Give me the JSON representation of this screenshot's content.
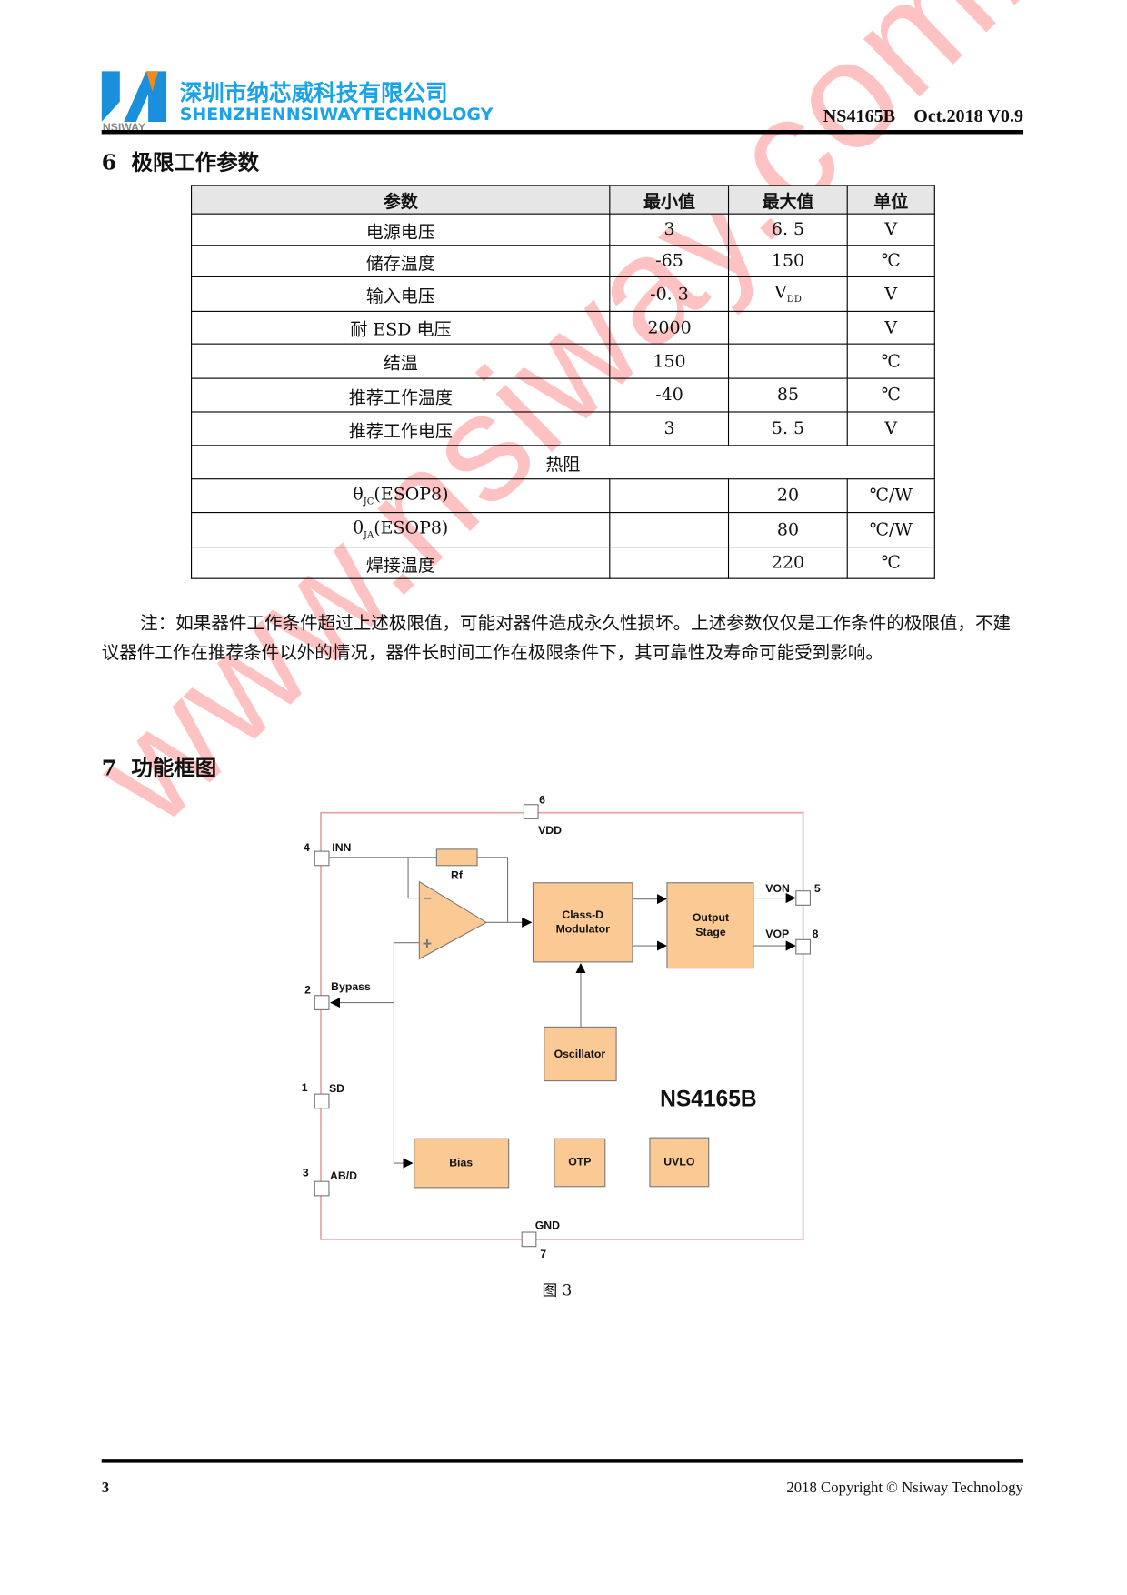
{
  "header": {
    "company_cn": "深圳市纳芯威科技有限公司",
    "company_en": "SHENZHENNSIWAYTECHNOLOGY",
    "logo_text": "NSIWAY",
    "doc_info": "NS4165B    Oct.2018 V0.9"
  },
  "section6": {
    "title": "6  极限工作参数",
    "table": {
      "headers": [
        "参数",
        "最小值",
        "最大值",
        "单位"
      ],
      "rows": [
        [
          "电源电压",
          "3",
          "6. 5",
          "V"
        ],
        [
          "储存温度",
          "-65",
          "150",
          "℃"
        ],
        [
          "输入电压",
          "-0. 3",
          "V",
          "V"
        ],
        [
          "耐 ESD 电压",
          "2000",
          "",
          "V"
        ],
        [
          "结温",
          "150",
          "",
          "℃"
        ],
        [
          "推荐工作温度",
          "-40",
          "85",
          "℃"
        ],
        [
          "推荐工作电压",
          "3",
          "5. 5",
          "V"
        ]
      ],
      "vdd_sub": "DD",
      "group_label": "热阻",
      "thermal_rows": [
        [
          "θ",
          "JC",
          "(ESOP8)",
          "",
          "20",
          "℃/W"
        ],
        [
          "θ",
          "JA",
          "(ESOP8)",
          "",
          "80",
          "℃/W"
        ],
        [
          "焊接温度",
          "",
          "",
          "",
          "220",
          "℃"
        ]
      ]
    },
    "note": "注：如果器件工作条件超过上述极限值，可能对器件造成永久性损坏。上述参数仅仅是工作条件的极限值，不建议器件工作在推荐条件以外的情况，器件长时间工作在极限条件下，其可靠性及寿命可能受到影响。"
  },
  "section7": {
    "title": "7  功能框图",
    "diagram": {
      "chip": "NS4165B",
      "pins": {
        "vdd": {
          "num": "6",
          "label": "VDD"
        },
        "inn": {
          "num": "4",
          "label": "INN"
        },
        "bypass": {
          "num": "2",
          "label": "Bypass"
        },
        "sd": {
          "num": "1",
          "label": "SD"
        },
        "abd": {
          "num": "3",
          "label": "AB/D"
        },
        "gnd": {
          "num": "7",
          "label": "GND"
        },
        "von": {
          "num": "5",
          "label": "VON"
        },
        "vop": {
          "num": "8",
          "label": "VOP"
        }
      },
      "blocks": {
        "rf": "Rf",
        "classd1": "Class-D",
        "classd2": "Modulator",
        "out1": "Output",
        "out2": "Stage",
        "osc": "Oscillator",
        "bias": "Bias",
        "otp": "OTP",
        "uvlo": "UVLO"
      },
      "opamp": {
        "minus": "−",
        "plus": "+"
      },
      "colors": {
        "block_fill": "#fbc994",
        "border": "#e3a3a3"
      }
    },
    "caption": "图 3"
  },
  "watermark": "www.nsiway.com.cn",
  "footer": {
    "page": "3",
    "copyright": "2018 Copyright © Nsiway Technology"
  }
}
